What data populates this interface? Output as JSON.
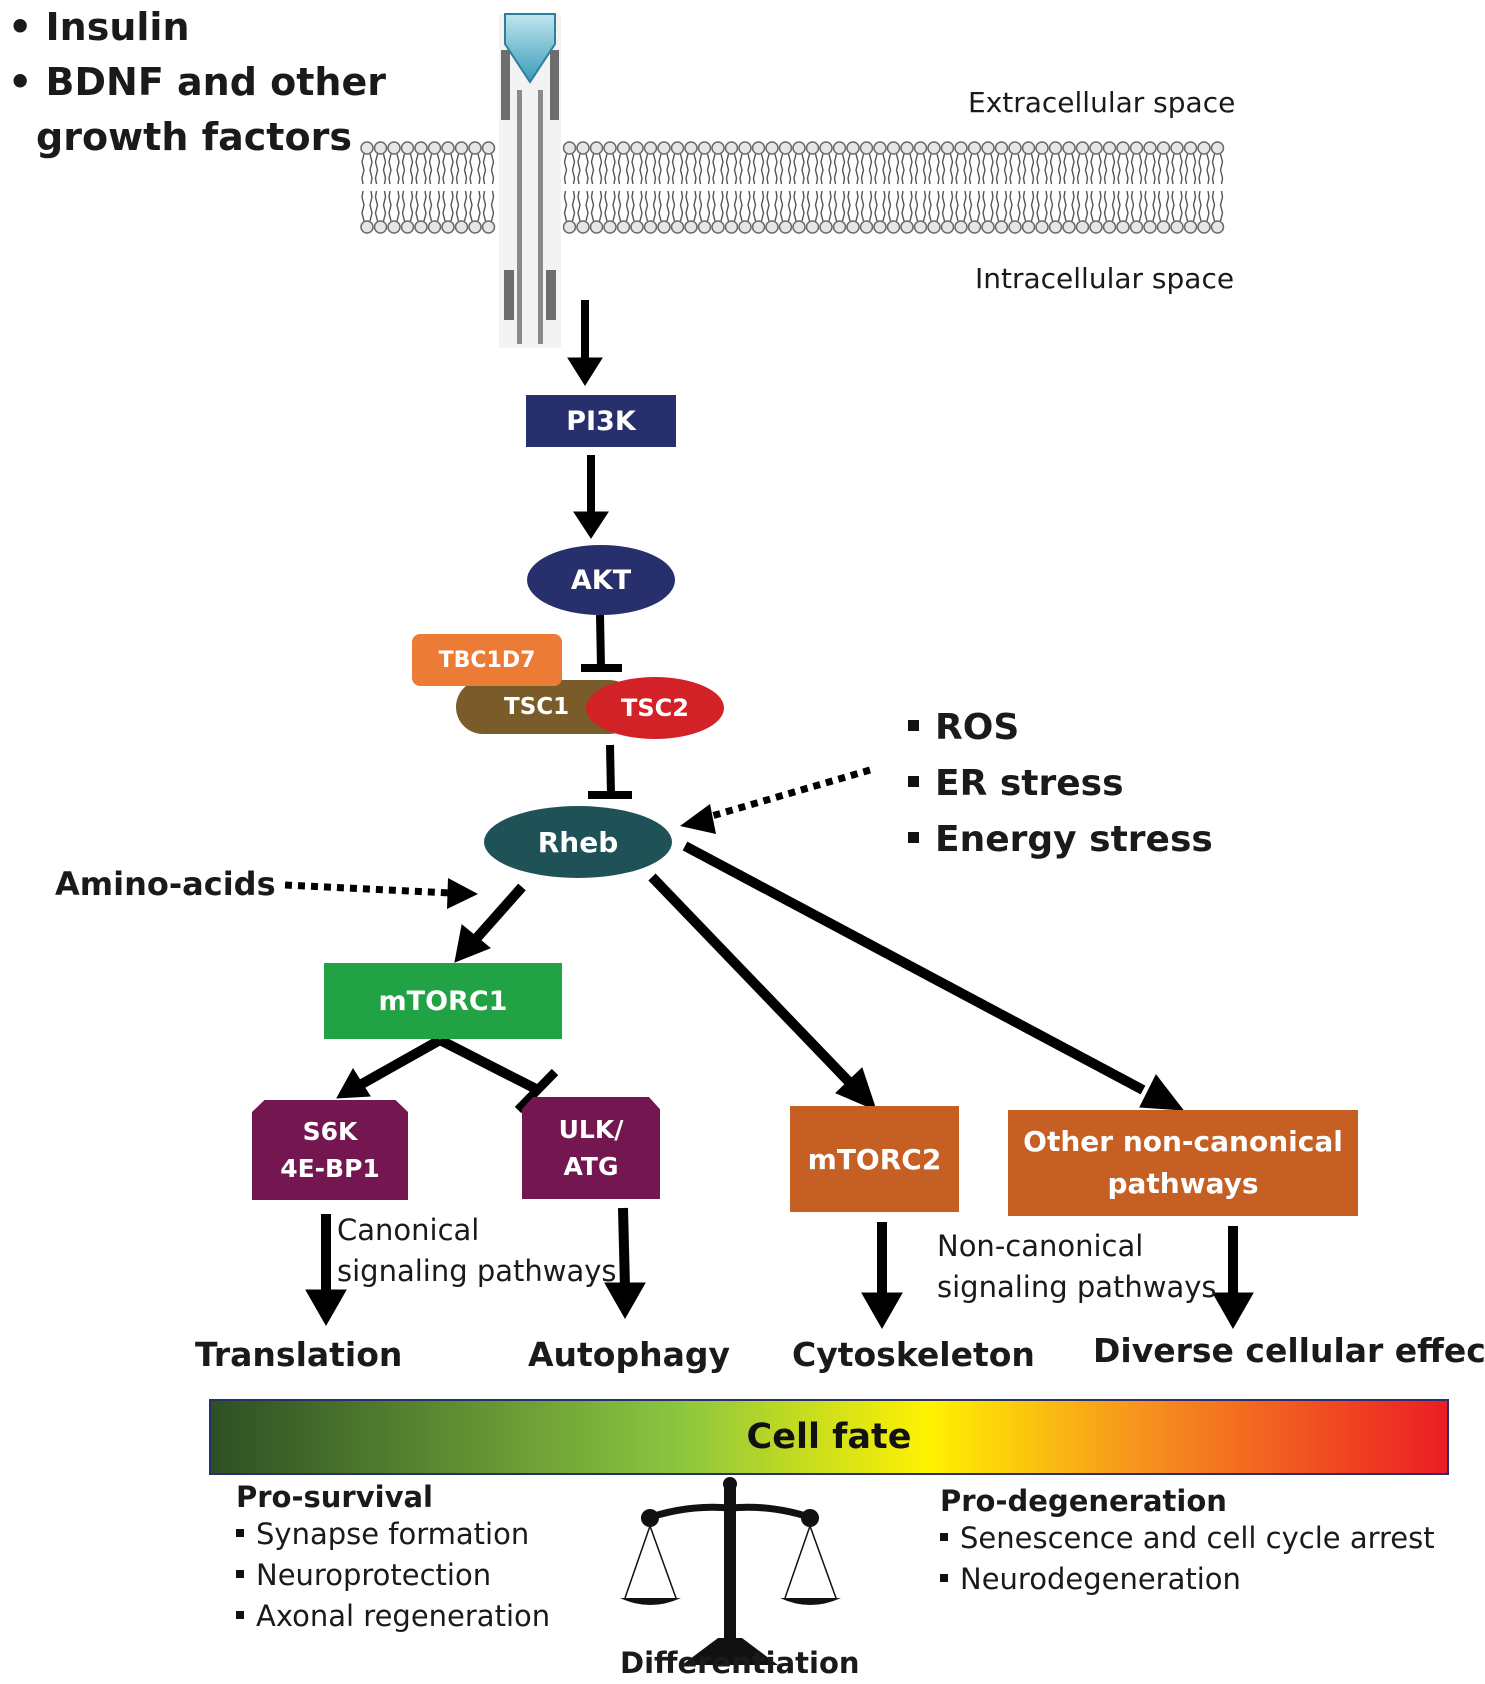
{
  "ligands": [
    "Insulin",
    "BDNF and other",
    "growth factors"
  ],
  "extracellular_label": "Extracellular space",
  "intracellular_label": "Intracellular space",
  "nodes": {
    "pi3k": "PI3K",
    "akt": "AKT",
    "tbc1d7": "TBC1D7",
    "tsc1": "TSC1",
    "tsc2": "TSC2",
    "rheb": "Rheb",
    "mtorc1": "mTORC1",
    "s6k_line1": "S6K",
    "s6k_line2": "4E-BP1",
    "ulk_line1": "ULK/",
    "ulk_line2": "ATG",
    "mtorc2": "mTORC2",
    "other_line1": "Other non-canonical",
    "other_line2": "pathways"
  },
  "stresses": [
    "ROS",
    "ER stress",
    "Energy stress"
  ],
  "amino_acids": "Amino-acids",
  "canonical_label": [
    "Canonical",
    "signaling pathways"
  ],
  "noncanonical_label": [
    "Non-canonical",
    "signaling pathways"
  ],
  "outcomes": {
    "translation": "Translation",
    "autophagy": "Autophagy",
    "cytoskeleton": "Cytoskeleton",
    "diverse": "Diverse cellular effects"
  },
  "cell_fate": "Cell fate",
  "pro_survival": {
    "title": "Pro-survival",
    "items": [
      "Synapse formation",
      "Neuroprotection",
      "Axonal  regeneration"
    ]
  },
  "pro_degeneration": {
    "title": "Pro-degeneration",
    "items": [
      "Senescence and cell cycle arrest",
      "Neurodegeneration"
    ]
  },
  "differentiation": "Differentiation",
  "colors": {
    "pi3k": "#27306d",
    "akt": "#27306d",
    "tbc1d7": "#ec7c35",
    "tsc1": "#7a5c2b",
    "tsc2": "#d32128",
    "rheb": "#1e5256",
    "mtorc1": "#21a244",
    "s6k": "#741751",
    "ulk": "#741751",
    "mtorc2": "#c55f23",
    "other": "#c55f23",
    "fate_gradient": [
      "#2d5a2a",
      "#8cc63f",
      "#ffea00",
      "#f7941d",
      "#e8202a"
    ]
  },
  "icons": [
    "receptor-icon",
    "membrane-bilayer-icon",
    "balance-scale-icon"
  ]
}
